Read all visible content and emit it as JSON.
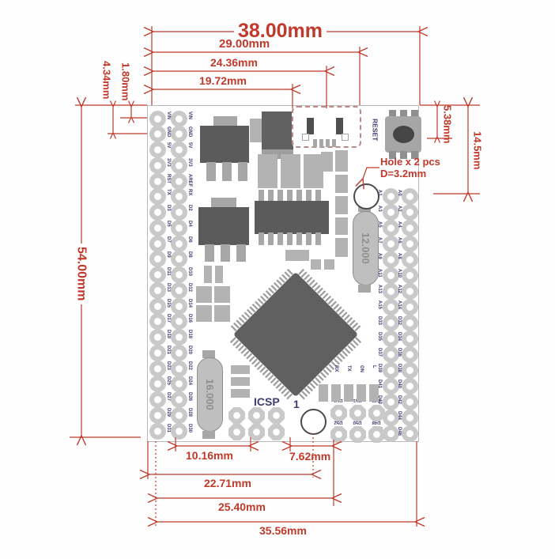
{
  "dims": {
    "top_38": "38.00mm",
    "top_29": "29.00mm",
    "top_2436": "24.36mm",
    "top_1972": "19.72mm",
    "left_434": "4.34mm",
    "left_180": "1.80mm",
    "left_54": "54.00mm",
    "right_538": "5.38mm",
    "right_145": "14.5mm",
    "bot_1016": "10.16mm",
    "bot_762": "7.62mm",
    "bot_2271": "22.71mm",
    "bot_2540": "25.40mm",
    "bot_3556": "35.56mm"
  },
  "annotations": {
    "hole_note_line1": "Hole x 2 pcs",
    "hole_note_line2": "D=3.2mm"
  },
  "board": {
    "reset_label": "RESET",
    "icsp_label": "ICSP",
    "pin1_label": "1",
    "crystal_left": "16.000",
    "crystal_right": "12.000",
    "led_labels": [
      "RX",
      "TX",
      "ON",
      "L"
    ],
    "bottom_grid": [
      [
        "D53",
        "D51",
        "D49"
      ],
      [
        "D52",
        "D50",
        "D48"
      ]
    ],
    "left_pins": [
      [
        "VIN",
        "VIN"
      ],
      [
        "GND",
        "GND"
      ],
      [
        "5V",
        "5V"
      ],
      [
        "3V3",
        "3V3"
      ],
      [
        "RST",
        "AREF"
      ],
      [
        "TX",
        "RX"
      ],
      [
        "D3",
        "D2"
      ],
      [
        "D5",
        "D4"
      ],
      [
        "D7",
        "D6"
      ],
      [
        "D9",
        "D8"
      ],
      [
        "D11",
        "D10"
      ],
      [
        "D13",
        "D12"
      ],
      [
        "D15",
        "D14"
      ],
      [
        "D17",
        "D16"
      ],
      [
        "D19",
        "D18"
      ],
      [
        "D21",
        "D20"
      ],
      [
        "D23",
        "D22"
      ],
      [
        "D25",
        "D24"
      ],
      [
        "D27",
        "D26"
      ],
      [
        "D29",
        "D28"
      ],
      [
        "D31",
        "D30"
      ]
    ],
    "right_pins": [
      [
        "A1",
        "A0"
      ],
      [
        "A3",
        "A2"
      ],
      [
        "A5",
        "A4"
      ],
      [
        "A7",
        "A6"
      ],
      [
        "A9",
        "A8"
      ],
      [
        "A11",
        "A10"
      ],
      [
        "A13",
        "A12"
      ],
      [
        "A15",
        "A14"
      ],
      [
        "D33",
        "D32"
      ],
      [
        "D35",
        "D34"
      ],
      [
        "D37",
        "D36"
      ],
      [
        "D39",
        "D38"
      ],
      [
        "D41",
        "D40"
      ],
      [
        "D43",
        "D42"
      ],
      [
        "D45",
        "D44"
      ],
      [
        "D47",
        "D46"
      ]
    ]
  },
  "colors": {
    "dimension_red": "#c0392b",
    "silkscreen_blue": "#3d3d70",
    "pad_gray": "#c9c9c9",
    "component_dark": "#5b5b5b"
  }
}
